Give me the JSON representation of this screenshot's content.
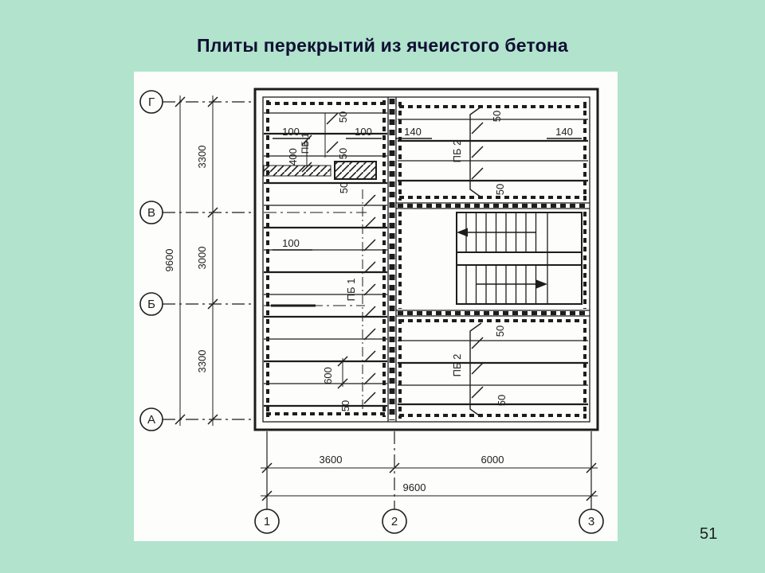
{
  "slide": {
    "title": "Плиты перекрытий из ячеистого бетона",
    "page_number": "51"
  },
  "colors": {
    "background": "#b1e3cd",
    "panel": "#fdfdfc",
    "ink": "#1d1d1d",
    "title": "#101032"
  },
  "axes": {
    "rows": [
      {
        "label": "Г"
      },
      {
        "label": "В"
      },
      {
        "label": "Б"
      },
      {
        "label": "А"
      }
    ],
    "cols": [
      {
        "label": "1"
      },
      {
        "label": "2"
      },
      {
        "label": "3"
      }
    ]
  },
  "dims": {
    "left_segments": [
      "3300",
      "3000",
      "3300"
    ],
    "left_total": "9600",
    "bottom_segments": [
      "3600",
      "6000"
    ],
    "bottom_total": "9600"
  },
  "plan_labels": {
    "pb1": "ПБ 1",
    "pb2": "ПБ 2",
    "d50": "50",
    "d100": "100",
    "d140": "140",
    "d400": "400",
    "d600": "600"
  }
}
